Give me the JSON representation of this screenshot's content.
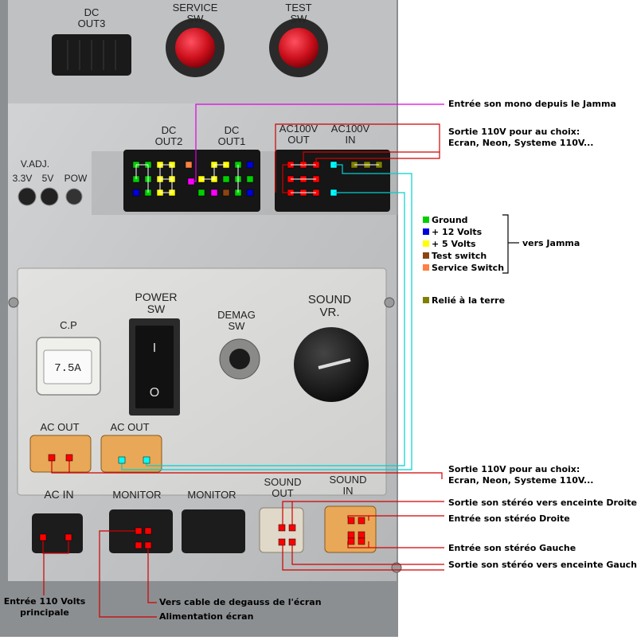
{
  "panel_labels": {
    "dc_out3": "DC\nOUT3",
    "service_sw": "SERVICE\nSW",
    "test_sw": "TEST\nSW",
    "dc_out2": "DC\nOUT2",
    "dc_out1": "DC\nOUT1",
    "ac100v_out": "AC100V\nOUT",
    "ac100v_in": "AC100V\nIN",
    "vadj": "V.ADJ.",
    "v33": "3.3V",
    "v5": "5V",
    "pow": "POW",
    "power_sw": "POWER\nSW",
    "demag_sw": "DEMAG\nSW",
    "sound_vr": "SOUND\nVR.",
    "cp": "C.P",
    "fuse": "7.5A",
    "ac_out_1": "AC OUT",
    "ac_out_2": "AC OUT",
    "ac_in": "AC IN",
    "monitor_1": "MONITOR",
    "monitor_2": "MONITOR",
    "sound_out": "SOUND\nOUT",
    "sound_in": "SOUND\nIN",
    "switch_on": "I",
    "switch_off": "O"
  },
  "annotations": {
    "mono_in": "Entrée son mono depuis le Jamma",
    "out110_top_l1": "Sortie 110V pour au choix:",
    "out110_top_l2": "Ecran, Neon, Systeme 110V...",
    "out110_bot_l1": "Sortie 110V pour au choix:",
    "out110_bot_l2": "Ecran, Neon, Systeme 110V...",
    "stereo_out_right": "Sortie son stéréo vers enceinte Droite",
    "stereo_in_right": "Entrée son stéréo Droite",
    "stereo_in_left": "Entrée son stéréo Gauche",
    "stereo_out_left": "Sortie son stéréo vers enceinte Gauche",
    "main_in_l1": "Entrée 110 Volts",
    "main_in_l2": "principale",
    "degauss": "Vers cable de degauss de l'écran",
    "screen_power": "Alimentation écran",
    "vers_jamma": "vers Jamma"
  },
  "legend": [
    {
      "label": "Ground",
      "color": "#00d000"
    },
    {
      "label": "+ 12 Volts",
      "color": "#0000e0"
    },
    {
      "label": "+ 5 Volts",
      "color": "#ffff00"
    },
    {
      "label": "Test switch",
      "color": "#8b4513"
    },
    {
      "label": "Service Switch",
      "color": "#ff8040"
    },
    {
      "label": "Relié à la terre",
      "color": "#808000"
    }
  ],
  "colors": {
    "ground": "#00d000",
    "v12": "#0000e0",
    "v5": "#ffff00",
    "test": "#8b4513",
    "service": "#ff8040",
    "earth": "#808000",
    "mono": "#ff00ff",
    "ac": "#ff0000",
    "ac_neutral": "#00ffff",
    "wire_red": "#d00000",
    "wire_cyan": "#00d0d0",
    "wire_magenta": "#e000e0",
    "panel": "#c4c6c8",
    "button_red": "#d0101a"
  }
}
